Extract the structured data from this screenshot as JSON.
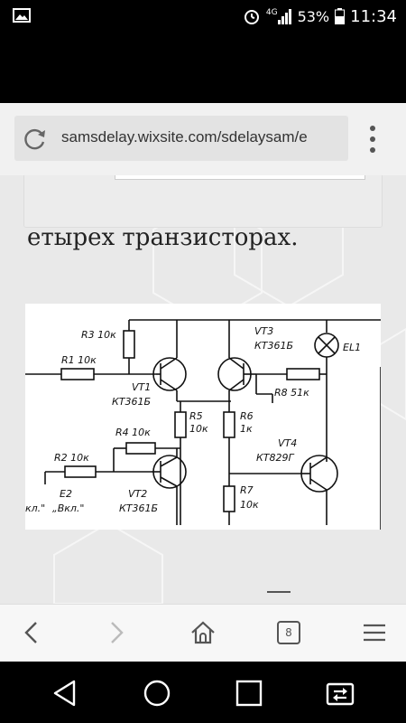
{
  "status_bar": {
    "network": "4G",
    "battery": "53%",
    "time": "11:34"
  },
  "browser": {
    "url": "samsdelay.wixsite.com/sdelaysam/e",
    "tab_count": "8"
  },
  "page": {
    "body_text": "етырех транзисторах."
  },
  "diagram": {
    "labels": {
      "r3": "R3 10к",
      "r1": "R1 10к",
      "vt1": "VT1",
      "vt1_type": "КТ361Б",
      "vt3": "VT3",
      "vt3_type": "КТ361Б",
      "el1": "EL1",
      "r8": "R8 51к",
      "r5": "R5",
      "r5_val": "10к",
      "r6": "R6",
      "r6_val": "1к",
      "r4": "R4 10к",
      "vt4": "VT4",
      "vt4_type": "КТ829Г",
      "r2": "R2 10к",
      "e2": "E2",
      "vt2": "VT2",
      "vt2_type": "КТ361Б",
      "r7": "R7",
      "r7_val": "10к",
      "off_label": "кл.\"",
      "on_label": "„Вкл.\""
    }
  }
}
